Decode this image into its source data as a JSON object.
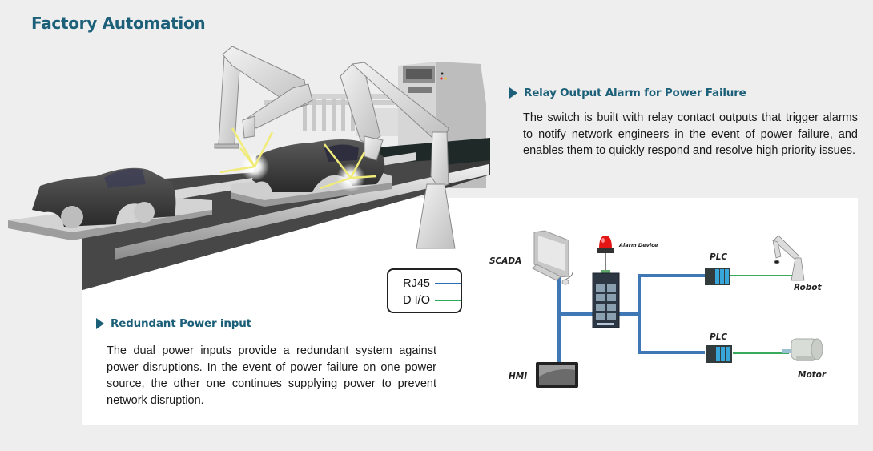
{
  "page": {
    "title": "Factory Automation",
    "background_color": "#eeeeee",
    "accent_color": "#1b5f78"
  },
  "sections": [
    {
      "id": "relay",
      "heading": "Relay Output Alarm for Power Failure",
      "body": "The switch is built with relay contact outputs that trigger alarms to notify network engineers in the event of power failure, and enables them to quickly respond and resolve high priority issues."
    },
    {
      "id": "redundant",
      "heading": "Redundant Power input",
      "body": "The dual power inputs provide a redundant system against power disruptions. In the event of power failure on one power source, the other one continues supplying power to prevent network disruption."
    }
  ],
  "legend": {
    "items": [
      {
        "label": "RJ45",
        "color": "#2f6db2"
      },
      {
        "label": "D I/O",
        "color": "#2fa85a"
      }
    ]
  },
  "diagram": {
    "nodes": {
      "scada": "SCADA",
      "alarm": "Alarm Device",
      "hmi": "HMI",
      "plc_top": "PLC",
      "plc_bottom": "PLC",
      "robot": "Robot",
      "motor": "Motor"
    },
    "link_colors": {
      "rj45": "#3f78b5",
      "dio": "#3aaa5c"
    }
  }
}
